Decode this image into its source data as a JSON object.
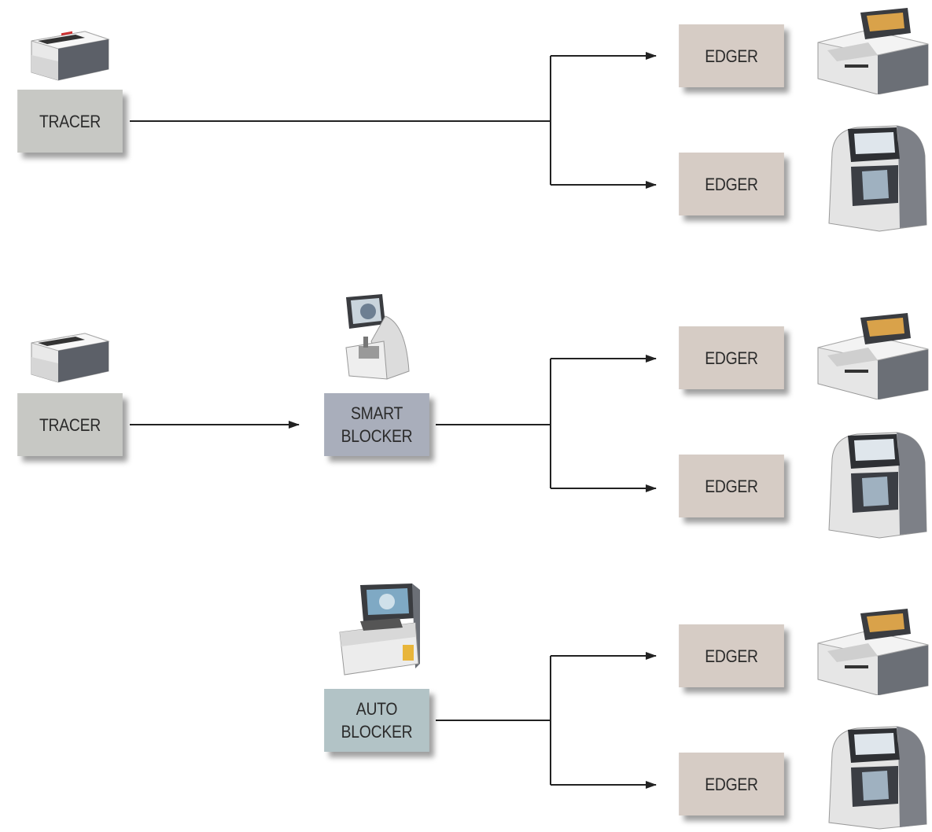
{
  "colors": {
    "tracer_box": "#c7c8c4",
    "edger_box": "#d6ccc5",
    "smart_blocker_box": "#a9aebb",
    "auto_blocker_box": "#b2c3c6",
    "connector": "#222222"
  },
  "rows": [
    {
      "name": "row-1",
      "source": {
        "label_lines": [
          "TRACER"
        ]
      },
      "targets": [
        {
          "label_lines": [
            "EDGER"
          ],
          "machine_icon": "compact-edger-icon"
        },
        {
          "label_lines": [
            "EDGER"
          ],
          "machine_icon": "tower-edger-icon"
        }
      ]
    },
    {
      "name": "row-2",
      "source": {
        "label_lines": [
          "TRACER"
        ]
      },
      "intermediate": {
        "label_lines": [
          "SMART",
          "BLOCKER"
        ]
      },
      "targets": [
        {
          "label_lines": [
            "EDGER"
          ],
          "machine_icon": "compact-edger-icon"
        },
        {
          "label_lines": [
            "EDGER"
          ],
          "machine_icon": "tower-edger-icon"
        }
      ]
    },
    {
      "name": "row-3",
      "intermediate": {
        "label_lines": [
          "AUTO",
          "BLOCKER"
        ]
      },
      "targets": [
        {
          "label_lines": [
            "EDGER"
          ],
          "machine_icon": "compact-edger-icon"
        },
        {
          "label_lines": [
            "EDGER"
          ],
          "machine_icon": "tower-edger-icon"
        }
      ]
    }
  ]
}
